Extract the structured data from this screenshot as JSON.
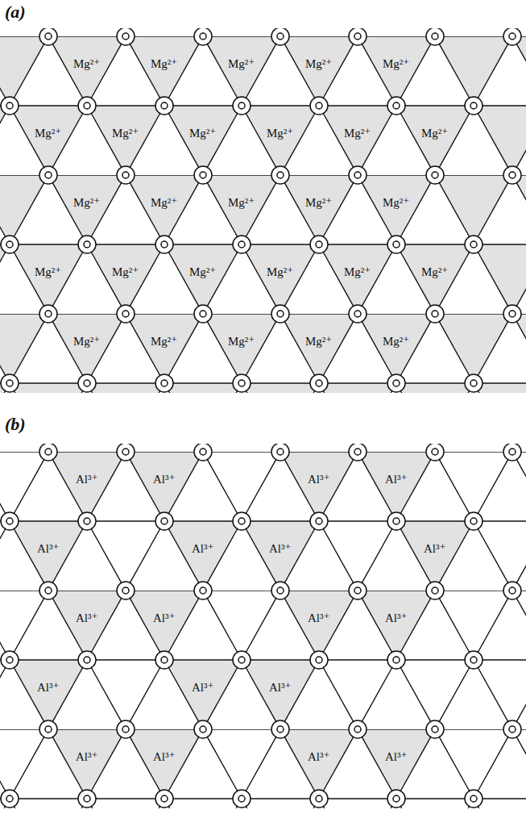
{
  "diagram": {
    "labels": [
      "(a)",
      "Mg²⁺",
      "Mg²⁺",
      "Mg²⁺",
      "Mg²⁺",
      "Mg²⁺",
      "Mg²⁺",
      "Mg²⁺",
      "Mg²⁺",
      "Mg²⁺",
      "Mg²⁺",
      "Mg²⁺",
      "Mg²⁺",
      "Mg²⁺",
      "Mg²⁺",
      "Mg²⁺",
      "Mg²⁺",
      "Mg²⁺",
      "Mg²⁺",
      "Mg²⁺",
      "Mg²⁺",
      "Mg²⁺",
      "Mg²⁺",
      "Mg²⁺",
      "Mg²⁺",
      "Mg²⁺",
      "Mg²⁺",
      "Mg²⁺",
      "(b)",
      "Al³⁺",
      "Al³⁺",
      "Al³⁺",
      "Al³⁺",
      "Al³⁺",
      "Al³⁺",
      "Al³⁺",
      "Al³⁺",
      "Al³⁺",
      "Al³⁺",
      "Al³⁺",
      "Al³⁺",
      "Al³⁺",
      "Al³⁺",
      "Al³⁺",
      "Al³⁺",
      "Al³⁺",
      "Al³⁺",
      "Al³⁺"
    ]
  }
}
